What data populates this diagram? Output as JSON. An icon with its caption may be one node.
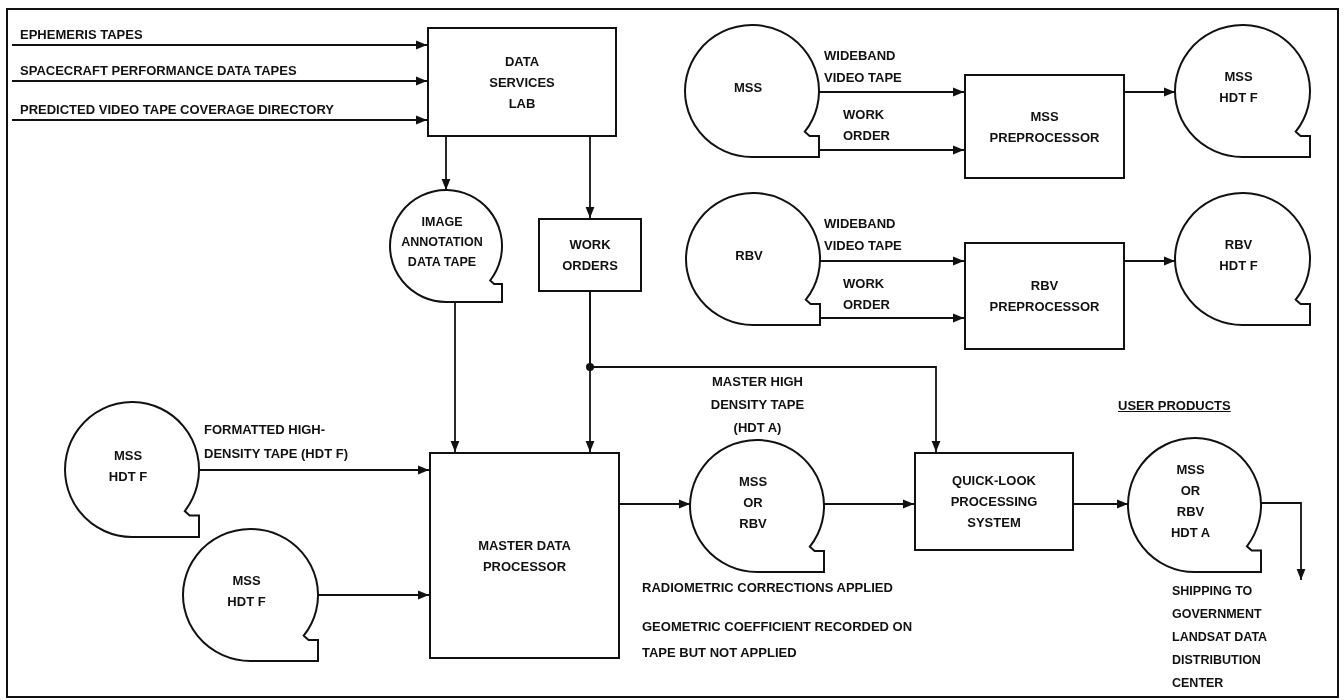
{
  "diagram": {
    "nodes": [
      {
        "text": [
          "DATA SERVICES LAB"
        ]
      },
      {
        "text": [
          "IMAGE ANNOTATION DATA TAPE"
        ]
      },
      {
        "text": [
          "WORK ORDERS"
        ]
      },
      {
        "text": [
          "MSS"
        ]
      },
      {
        "text": [
          "MSS PREPROCESSOR"
        ]
      },
      {
        "text": [
          "MSS HDT F"
        ]
      },
      {
        "text": [
          "RBV"
        ]
      },
      {
        "text": [
          "RBV PREPROCESSOR"
        ]
      },
      {
        "text": [
          "RBV HDT F"
        ]
      },
      {
        "text": [
          "MSS HDT F"
        ]
      },
      {
        "text": [
          "MSS HDT F"
        ]
      },
      {
        "text": [
          "MASTER DATA PROCESSOR"
        ]
      },
      {
        "text": [
          "MSS OR RBV"
        ],
        "beside": [
          "MASTER HIGH DENSITY TAPE (HDT A)"
        ]
      },
      {
        "text": [
          "QUICK-LOOK PROCESSING SYSTEM"
        ]
      },
      {
        "text": [
          "MSS OR RBV HDT A"
        ]
      },
      {
        "text": [
          "SHIPPING TO GOVERNMENT LANDSAT DATA DISTRIBUTION CENTER"
        ]
      }
    ],
    "edges": [
      {
        "from": null,
        "to": 0,
        "arrow": "to",
        "label": "EPHEMERIS TAPES"
      },
      {
        "from": null,
        "to": 0,
        "arrow": "to",
        "label": "SPACECRAFT PERFORMANCE DATA TAPES"
      },
      {
        "from": null,
        "to": 0,
        "arrow": "to",
        "label": "PREDICTED VIDEO TAPE COVERAGE DIRECTORY"
      },
      {
        "from": 0,
        "to": 1,
        "arrow": "to"
      },
      {
        "from": 0,
        "to": 2,
        "arrow": "to"
      },
      {
        "from": 3,
        "to": 4,
        "arrow": "to",
        "label": "WIDEBAND VIDEO TAPE"
      },
      {
        "from": 3,
        "to": 4,
        "arrow": "to",
        "label": "WORK ORDER"
      },
      {
        "from": 4,
        "to": 5,
        "arrow": "to"
      },
      {
        "from": 6,
        "to": 7,
        "arrow": "to",
        "label": "WIDEBAND VIDEO TAPE"
      },
      {
        "from": 6,
        "to": 7,
        "arrow": "to",
        "label": "WORK ORDER"
      },
      {
        "from": 7,
        "to": 8,
        "arrow": "to"
      },
      {
        "from": 1,
        "to": 11,
        "arrow": "to"
      },
      {
        "from": 2,
        "to": 11,
        "arrow": "to"
      },
      {
        "from": 2,
        "to": 13,
        "arrow": "to"
      },
      {
        "from": 9,
        "to": 11,
        "arrow": "to",
        "label": "FORMATTED HIGH-DENSITY TAPE (HDT F)"
      },
      {
        "from": 10,
        "to": 11,
        "arrow": "to"
      },
      {
        "from": 11,
        "to": 12,
        "arrow": "to"
      },
      {
        "from": 12,
        "to": 13,
        "arrow": "to"
      },
      {
        "from": 13,
        "to": 14,
        "arrow": "to"
      },
      {
        "from": 14,
        "to": 15,
        "arrow": "to"
      }
    ],
    "labels": [
      "USER PRODUCTS",
      "RADIOMETRIC CORRECTIONS APPLIED",
      "GEOMETRIC COEFFICIENT RECORDED ON TAPE BUT NOT APPLIED"
    ]
  }
}
